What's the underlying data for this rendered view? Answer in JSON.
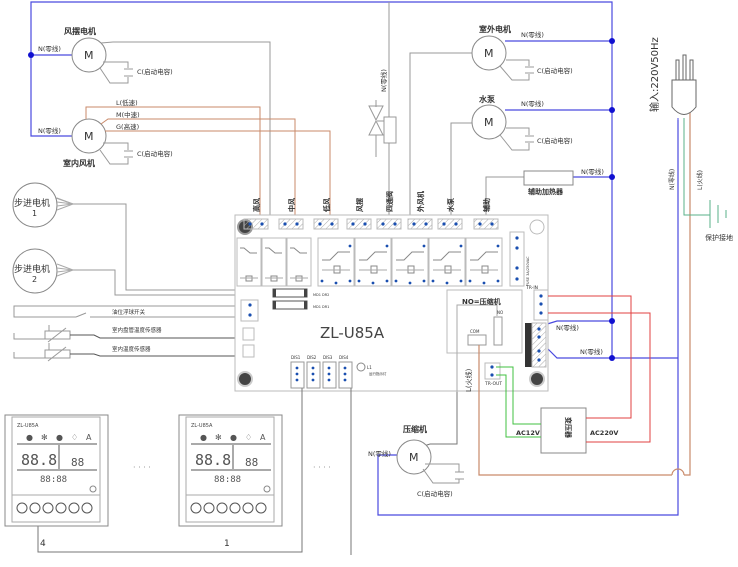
{
  "board": {
    "model": "ZL-U85A",
    "relay_labels": [
      "高风",
      "中风",
      "低风",
      "风摆",
      "四通阀",
      "外风机",
      "水泵",
      "辅助"
    ],
    "conn1": "MD1 DR2",
    "conn2": "MD1 DR1",
    "disp_labels": [
      "DIS1",
      "DIS2",
      "DIS3",
      "DIS4"
    ],
    "led_label": "L1",
    "led_desc": "运行指示灯",
    "fuse_label": "FUSE 3A/250VAC",
    "tr_in": "TR-IN",
    "tr_out": "TR-OUT",
    "no_box_title": "NO=压缩机",
    "com": "COM",
    "no": "NO"
  },
  "components": {
    "swing_motor": "风摆电机",
    "indoor_fan": "室内风机",
    "outdoor_motor": "室外电机",
    "water_pump": "水泵",
    "aux_heater": "辅助加热器",
    "compressor": "压缩机",
    "transformer": "变压器",
    "stepper1": "步进电机",
    "stepper1_num": "1",
    "stepper2": "步进电机",
    "stepper2_num": "2",
    "motor_symbol": "M"
  },
  "wires": {
    "neutral": "N(零线)",
    "live": "L(火线)",
    "capacitor": "C(启动电容)",
    "low_speed": "L(低速)",
    "mid_speed": "M(中速)",
    "high_speed": "G(高速)",
    "ac12": "AC12V",
    "ac220": "AC220V",
    "input": "输入:220V50Hz",
    "ground": "保护接地"
  },
  "sensors": {
    "float_switch": "油位浮球开关",
    "coil_temp": "室内盘管温度传感器",
    "room_temp": "室内温度传感器"
  },
  "panels": {
    "model": "ZL-U85A",
    "left_num": "4",
    "right_num": "1",
    "ellipsis": "· · · ·"
  },
  "colors": {
    "neutral": "#3b3bdc",
    "live": "#c98a6a",
    "red": "#e04040",
    "green": "#40c040",
    "gray": "#888888",
    "node": "#1010d0",
    "terminal": "#1a4fb0"
  }
}
